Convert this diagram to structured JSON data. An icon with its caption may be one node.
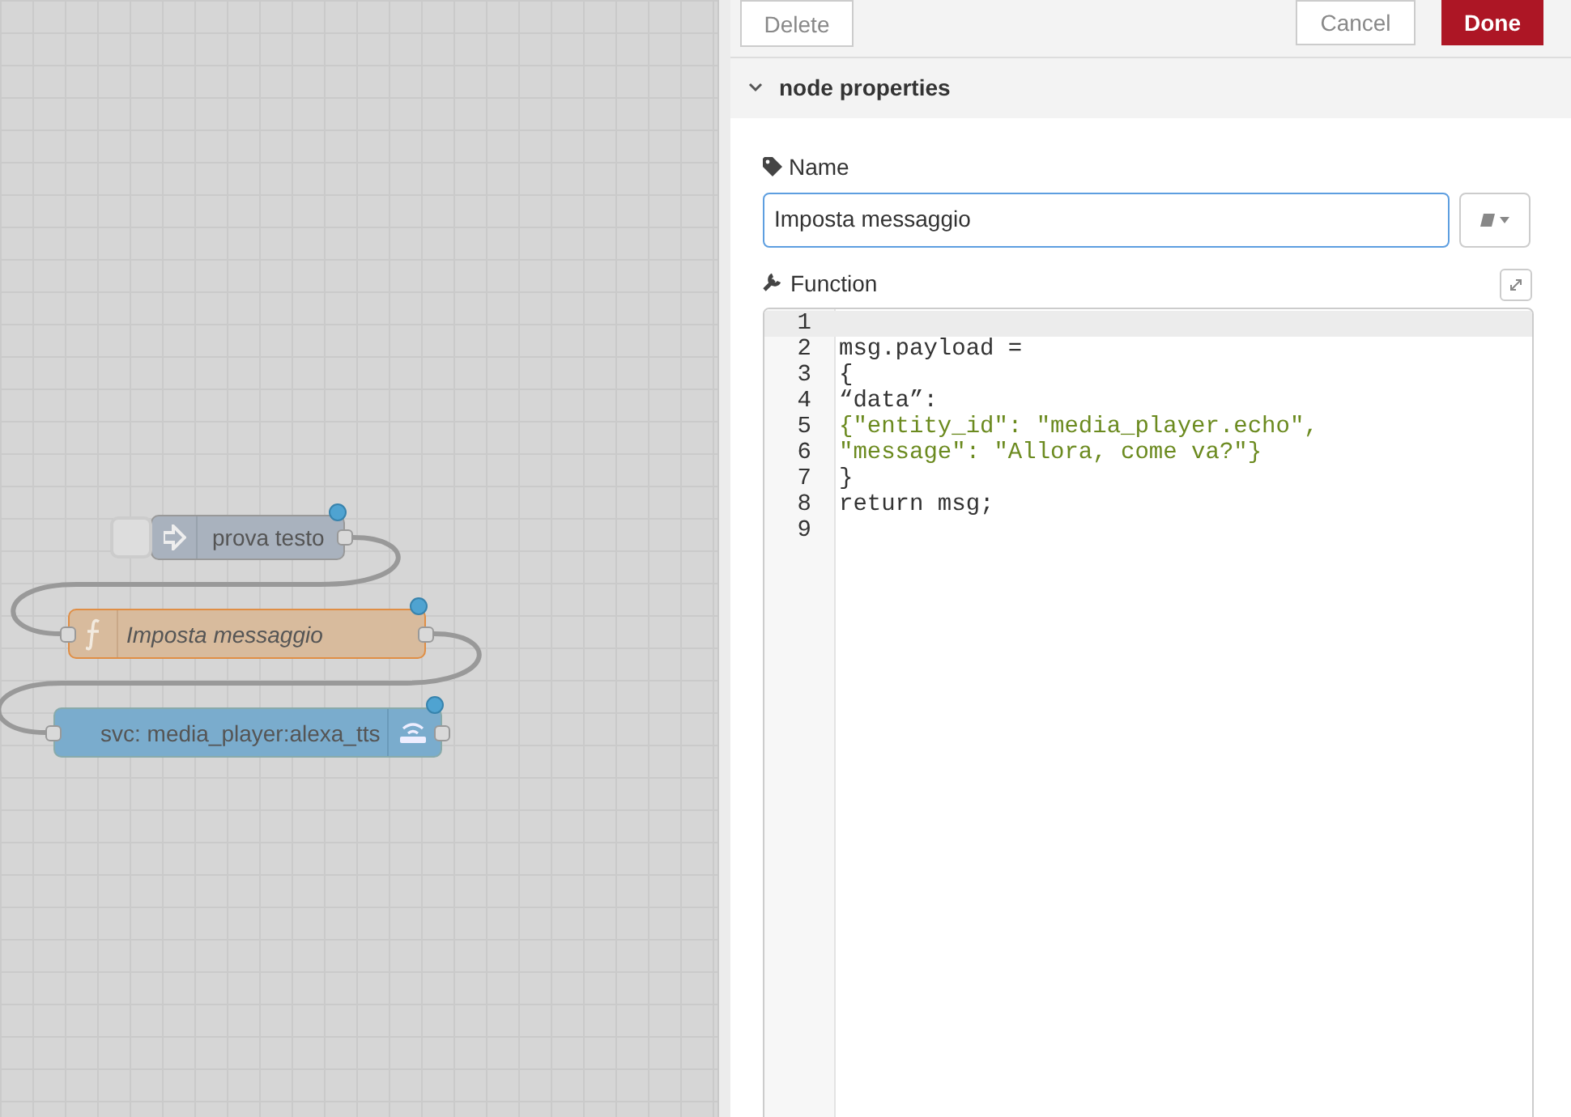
{
  "diagram": {
    "nodes": [
      {
        "text": [
          "prova testo"
        ]
      },
      {
        "text": [
          "Imposta messaggio"
        ]
      },
      {
        "text": [
          "svc: media_player:alexa_tts"
        ]
      }
    ],
    "edges": [
      {
        "from": 0,
        "to": 1,
        "arrow": "none"
      },
      {
        "from": 1,
        "to": 2,
        "arrow": "none"
      }
    ],
    "labels": [
      "Delete",
      "Cancel",
      "Done",
      "node properties",
      "Name",
      "Imposta messaggio",
      "Function",
      "1",
      "2",
      "msg.payload =",
      "3",
      "{",
      "4",
      "“data”:",
      "5",
      "{\"entity_id\": \"media_player.echo\",",
      "6",
      "\"message\": \"Allora, come va?\"}",
      "7",
      "}",
      "8",
      "return msg;",
      "9"
    ]
  }
}
